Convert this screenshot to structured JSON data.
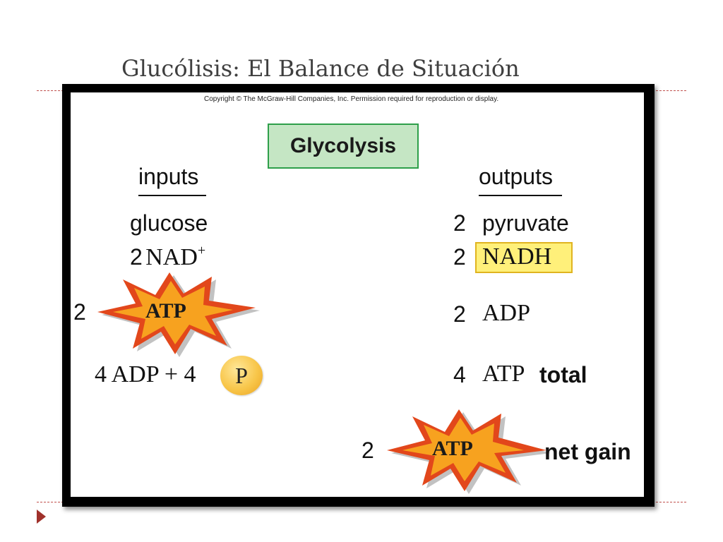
{
  "slide": {
    "title": "Glucólisis: El Balance de Situación"
  },
  "figure": {
    "copyright": "Copyright © The McGraw-Hill Companies, Inc. Permission required for reproduction or display.",
    "heading": "Glycolysis",
    "inputs": {
      "heading": "inputs",
      "glucose": "glucose",
      "nad_count": "2",
      "nad_label": "NAD",
      "nad_sup": "+",
      "atp_count": "2",
      "atp_label": "ATP",
      "adp_text": "4 ADP + 4",
      "phosphate": "P"
    },
    "outputs": {
      "heading": "outputs",
      "pyruvate_count": "2",
      "pyruvate": "pyruvate",
      "nadh_count": "2",
      "nadh": "NADH",
      "adp_count": "2",
      "adp": "ADP",
      "atp_total_count": "4",
      "atp_total_label": "ATP",
      "atp_total_word": "total",
      "net_count": "2",
      "net_atp_label": "ATP",
      "net_gain": "net gain"
    },
    "colors": {
      "heading_box": "#c5e6c4",
      "heading_border": "#2e9f4a",
      "nadh_highlight": "#fff07a",
      "burst_orange": "#f39a1e",
      "burst_red": "#e2471b",
      "accent_dash": "#c0504d"
    }
  }
}
